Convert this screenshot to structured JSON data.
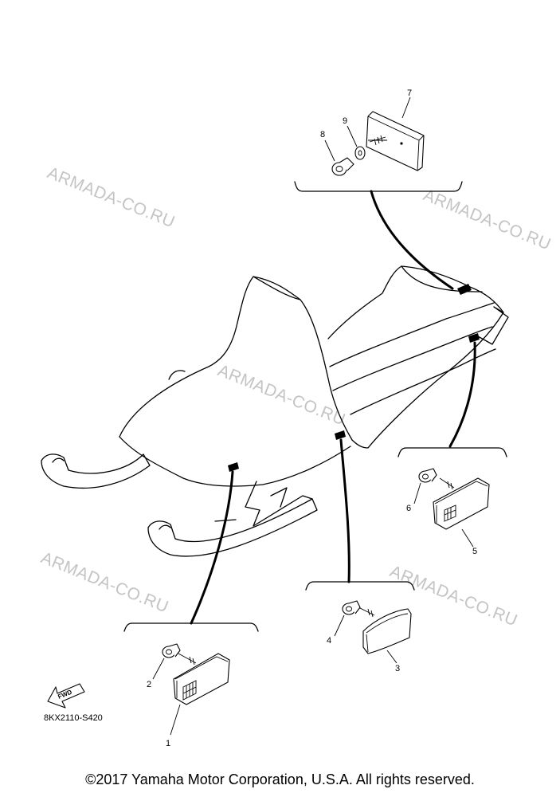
{
  "watermark": "ARMADA-CO.RU",
  "reference_code": "8KX2110-S420",
  "fwd_label": "FWD",
  "copyright": "©2017 Yamaha Motor Corporation, U.S.A. All rights reserved.",
  "callouts": [
    "1",
    "2",
    "3",
    "4",
    "5",
    "6",
    "7",
    "8",
    "9"
  ],
  "colors": {
    "ink": "#000000",
    "watermark": "#c4c4c4",
    "background": "#ffffff"
  }
}
